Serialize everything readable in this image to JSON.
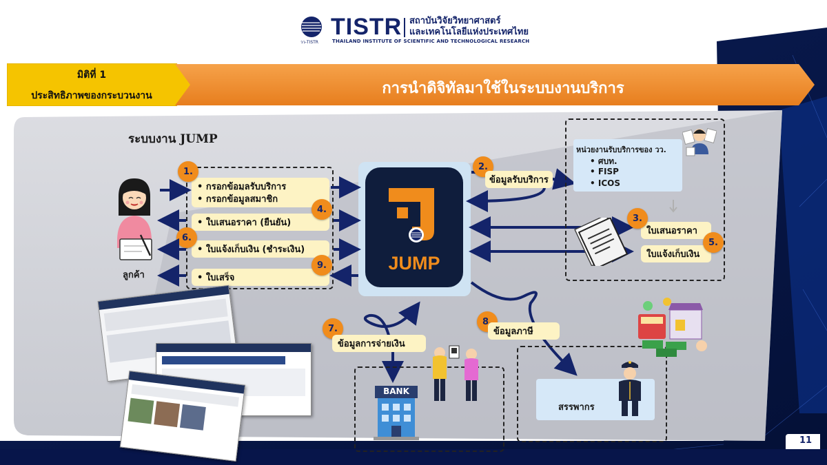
{
  "header": {
    "logo_small": "วว-TISTR",
    "brand": "TISTR",
    "thai_line1": "สถาบันวิจัยวิทยาศาสตร์",
    "thai_line2": "และเทคโนโลยีแห่งประเทศไทย",
    "english": "THAILAND INSTITUTE OF SCIENTIFIC AND TECHNOLOGICAL RESEARCH"
  },
  "dimension": {
    "line1": "มิติที่ 1",
    "line2": "ประสิทธิภาพของกระบวนงาน"
  },
  "title": "การนำดิจิทัลมาใช้ในระบบงานบริการ",
  "system_title": "ระบบงาน JUMP",
  "customer_label": "ลูกค้า",
  "jump_label": "JUMP",
  "customer_flows": [
    {
      "badge": "1.",
      "items": [
        "• กรอกข้อมูลรับบริการ",
        "• กรอกข้อมูลสมาชิก"
      ]
    },
    {
      "badge": "4.",
      "items": [
        "• ใบเสนอราคา (ยืนยัน)"
      ]
    },
    {
      "badge": "6.",
      "items": [
        "• ใบแจ้งเก็บเงิน (ชำระเงิน)"
      ]
    },
    {
      "badge": "9.",
      "items": [
        "• ใบเสร็จ"
      ]
    }
  ],
  "service_units": {
    "badge": "2.",
    "flow_label": "ข้อมูลรับบริการ",
    "title": "หน่วยงานรับบริการของ วว.",
    "items": [
      "• ศบท.",
      "• FISP",
      "• ICOS"
    ]
  },
  "documents": [
    {
      "badge": "3.",
      "label": "ใบเสนอราคา"
    },
    {
      "badge": "5.",
      "label": "ใบแจ้งเก็บเงิน"
    }
  ],
  "payment": {
    "badge": "7.",
    "label": "ข้อมูลการจ่ายเงิน",
    "bank": "BANK"
  },
  "tax": {
    "badge": "8.",
    "label": "ข้อมูลภาษี",
    "agency": "สรรพากร"
  },
  "page_number": "11",
  "colors": {
    "navy": "#14246a",
    "orange": "#f08c1c",
    "ribbon_yellow": "#f5c400",
    "pill": "#fdf3c4",
    "light_blue": "#d6e8f8"
  }
}
